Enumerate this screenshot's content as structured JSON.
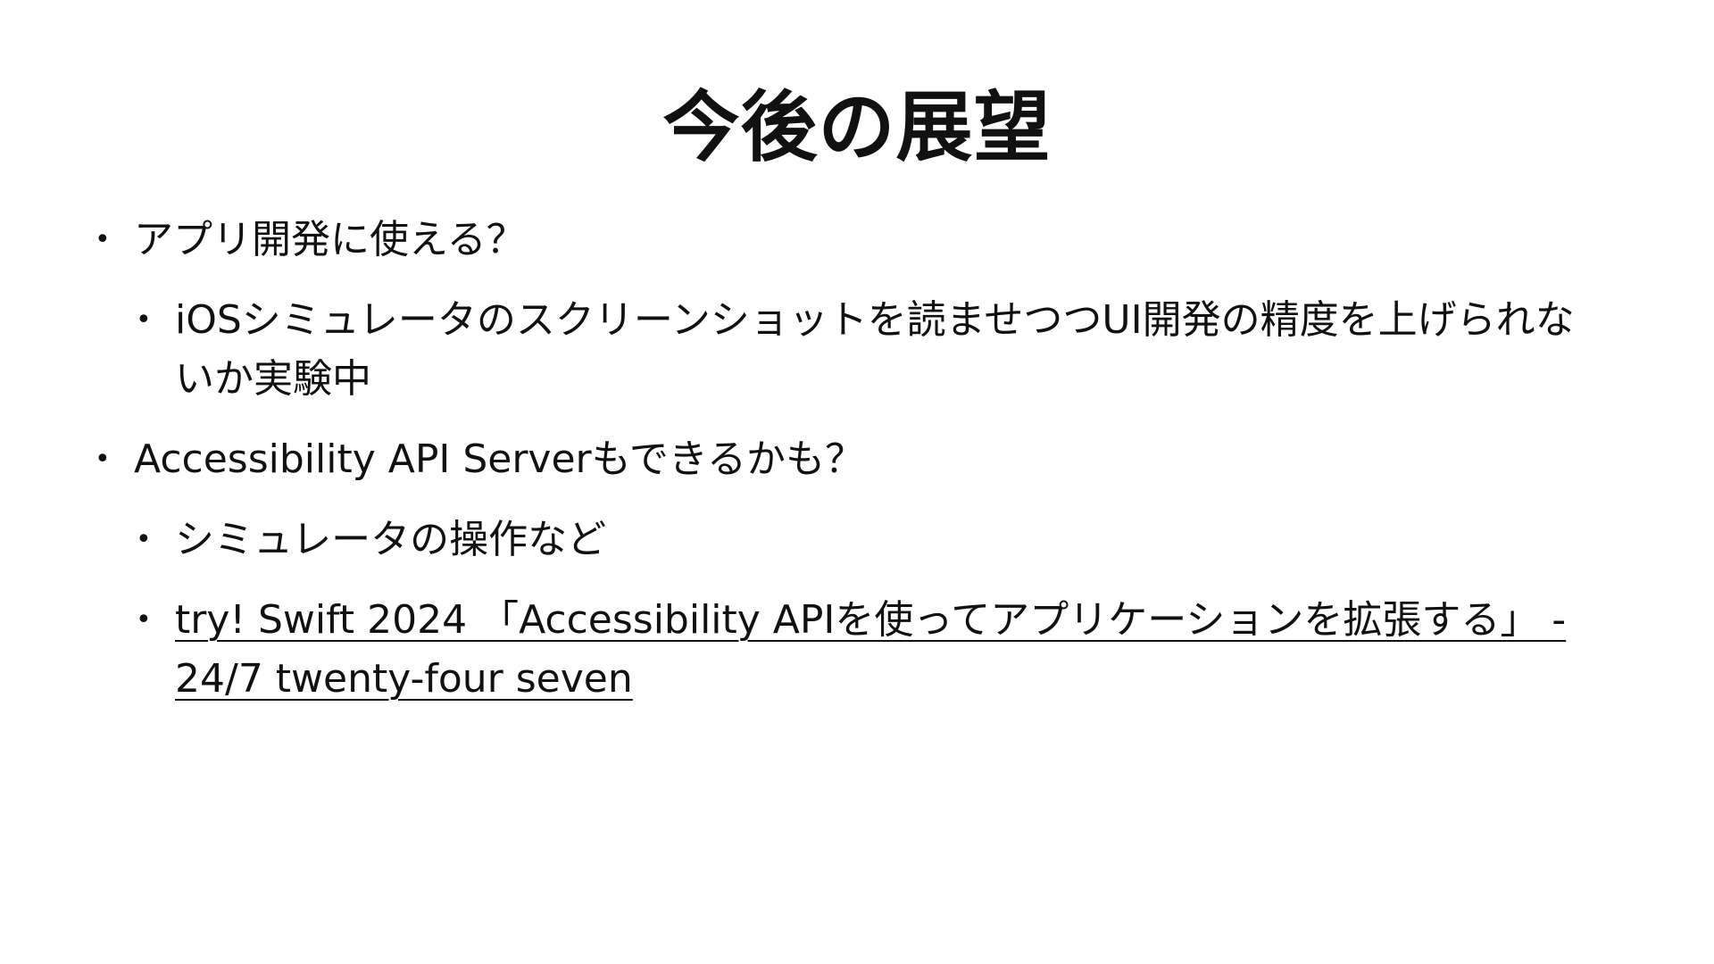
{
  "slide": {
    "title": "今後の展望",
    "bullet_symbol": "•",
    "items": [
      {
        "level": 1,
        "text": "アプリ開発に使える？"
      },
      {
        "level": 2,
        "text": "iOSシミュレータのスクリーンショットを読ませつつUI開発の精度を上げられないか実験中"
      },
      {
        "level": 1,
        "text": "Accessibility API Serverもできるかも？"
      },
      {
        "level": 2,
        "text": "シミュレータの操作など"
      },
      {
        "level": 2,
        "text": "try! Swift 2024 「Accessibility APIを使ってアプリケーションを拡張する」 - 24/7 twenty-four seven",
        "is_link": true
      }
    ]
  }
}
